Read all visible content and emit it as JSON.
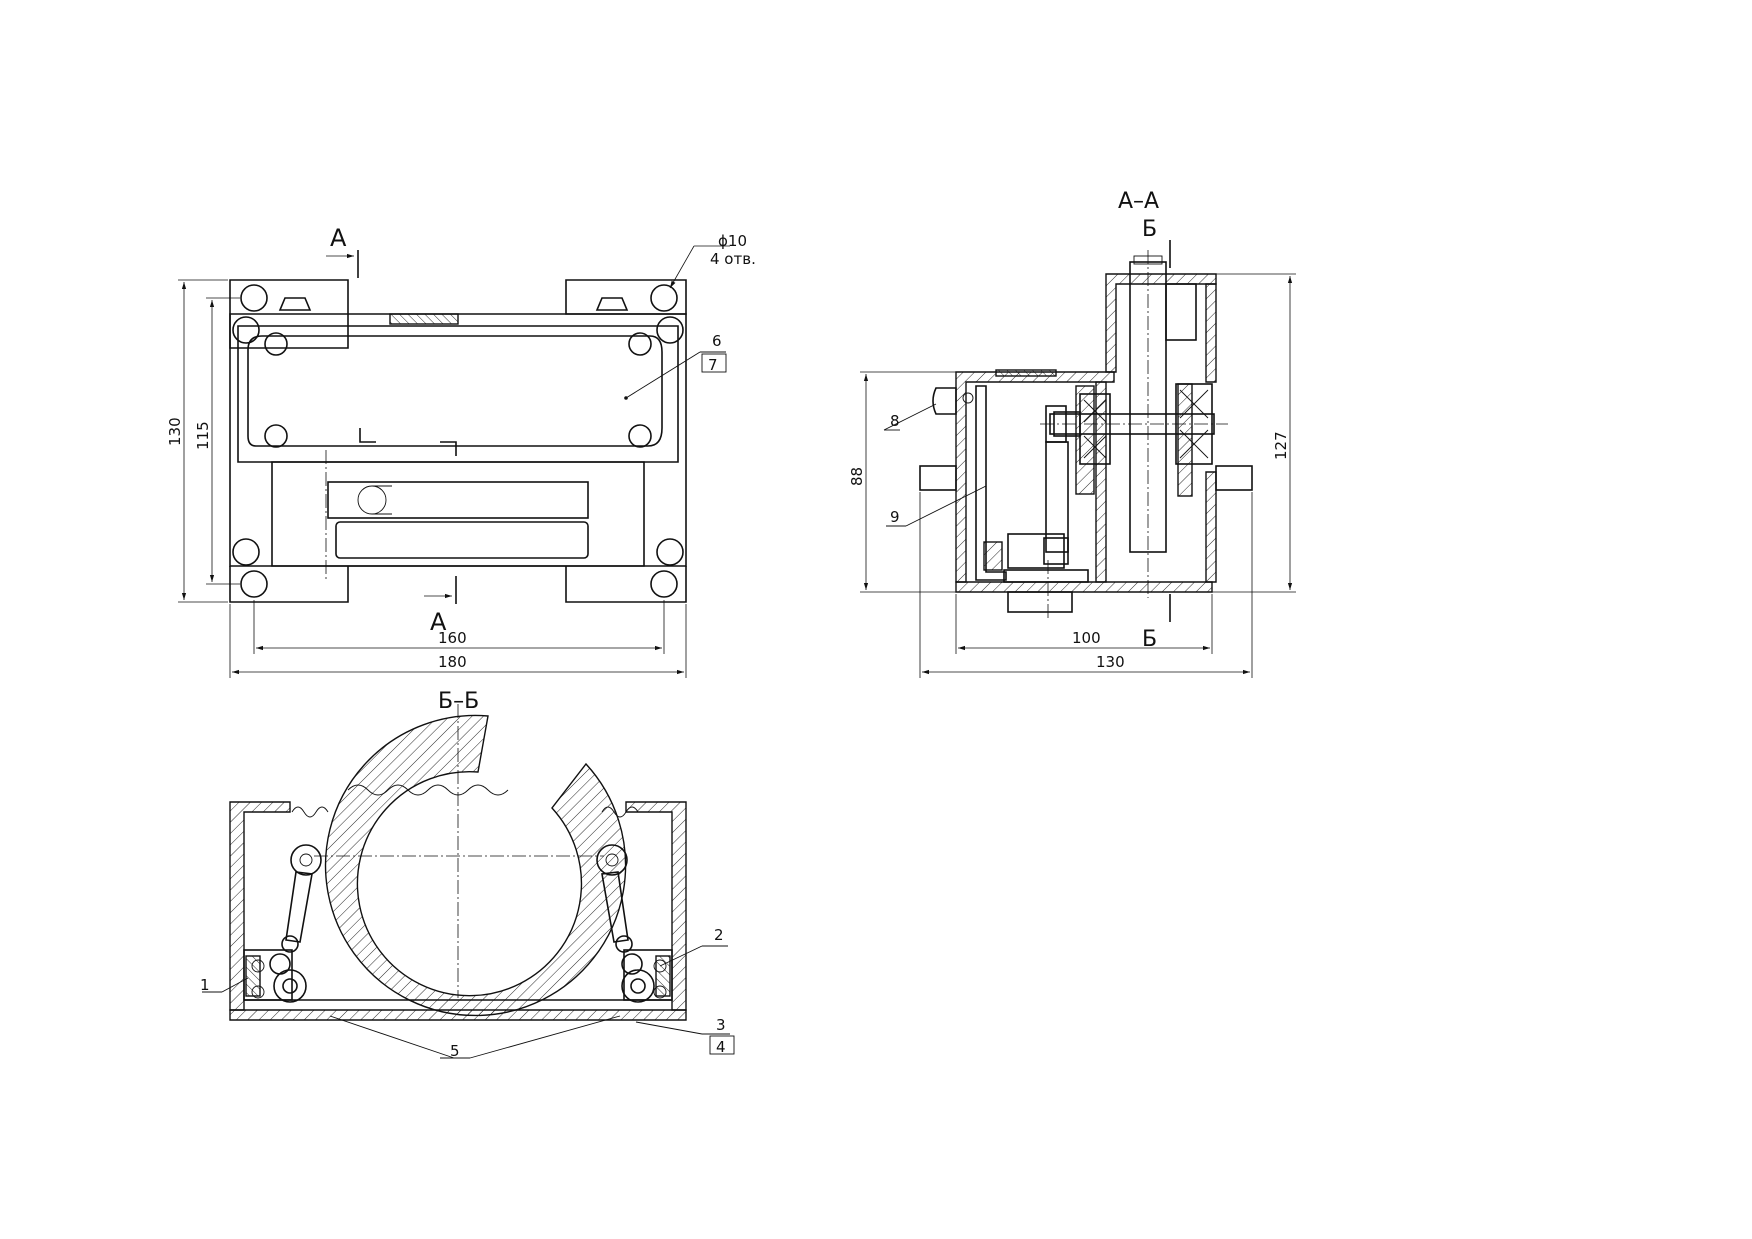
{
  "views": {
    "front": {
      "section_a_top": "А",
      "section_a_bottom": "А",
      "hole_dia": "ϕ10",
      "hole_count": "4 отв.",
      "dims": {
        "height_outer": "130",
        "height_inner": "115",
        "width_inner": "160",
        "width_outer": "180"
      },
      "labels": {
        "l6": "6",
        "l7": "7"
      }
    },
    "section_aa": {
      "title": "А–А",
      "cut_b_top": "Б",
      "cut_b_bottom": "Б",
      "dims": {
        "height_left": "88",
        "height_right": "127",
        "width_inner": "100",
        "width_outer": "130"
      },
      "labels": {
        "l8": "8",
        "l9": "9"
      }
    },
    "section_bb": {
      "title": "Б–Б",
      "labels": {
        "l1": "1",
        "l2": "2",
        "l3": "3",
        "l4": "4",
        "l5": "5"
      }
    }
  }
}
